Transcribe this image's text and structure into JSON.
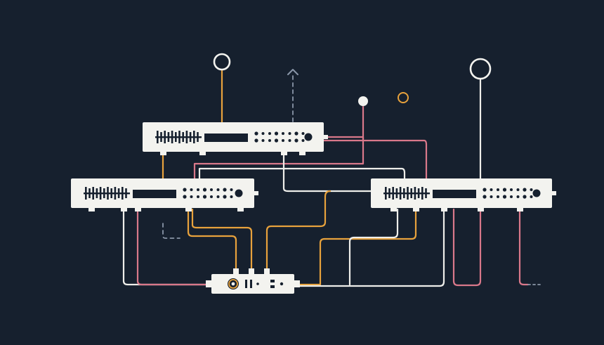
{
  "colors": {
    "background": "#16202e",
    "device": "#f3f3ef",
    "detail": "#16202e",
    "cable_white": "#eeeeea",
    "cable_pink": "#d9788a",
    "cable_orange": "#e8a23c",
    "cable_dashed": "#8a96a8"
  },
  "devices": [
    {
      "id": "top-rack-unit",
      "role": "rack-device"
    },
    {
      "id": "left-rack-unit",
      "role": "rack-device"
    },
    {
      "id": "right-rack-unit",
      "role": "rack-device"
    },
    {
      "id": "bottom-hub-unit",
      "role": "hub-device"
    }
  ],
  "icons": [
    "antenna-ring-icon",
    "antenna-dot-icon",
    "uplink-arrow-icon"
  ]
}
